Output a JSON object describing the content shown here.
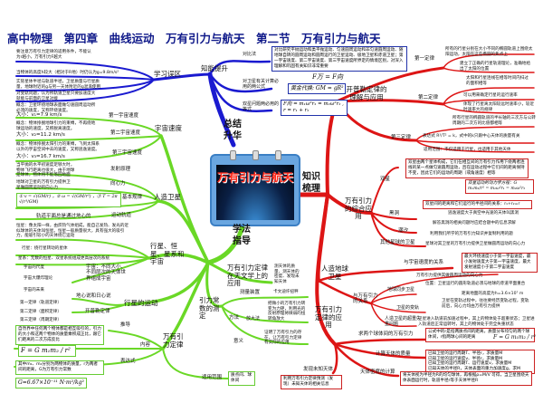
{
  "title": "高中物理　第四章　曲线运动　万有引力与航天　第二节　万有引力与航天",
  "center": {
    "title": "万有引力与航天"
  },
  "hubs": {
    "summary": "总结升华",
    "knowledge": "知识梳理",
    "method": "学法指导"
  },
  "colors": {
    "summary_branch": "#1a1ad0",
    "method_branch": "#6ad826",
    "knowledge_branch": "#dd1515",
    "title": "#101a8a"
  },
  "summary": {
    "ability": "知能提升",
    "contrast": "对比法",
    "contrast_note": "对比研究平抛运动和类平抛运动、匀速圆周运动和非匀速圆周运动、随地球自转的圆周运动和圆周运行的卫星运动、极地卫星和赤道卫星；第一宇宙速度、第二宇宙速度、第三宇宙速度所界定的情境区别，对深入理解和巩固有关知识非常重要",
    "two_formulas": "对卫星有关计算必用的两公式",
    "formula_1": "F万 = F向",
    "formula_2": "黄金代换: GM = gR²",
    "binary_eq": "双星问题两必用的等式",
    "formula_3": "F向 = m₁ω²r₁ = m₂ω²r₂ , r = r₁ + r₂",
    "pitfalls": "学习误区",
    "pitfall_notes": [
      "要注意万有引力定律的适用条件，不能认为r越小，万有引力F越大",
      "当物体的高度h较大（相对于R地）时仍认为g=9.8m/s²",
      "实际星体半径与轨道半径，卫星质量与行星质量，地球附近的g与另一天体附近的g混淆使用",
      "对变轨问题，认为所轨道卫星只要加速度大就能与前面的卫星对接"
    ]
  },
  "method": {
    "cosmic_speed": "宇宙速度",
    "v1": "第一宇宙速度",
    "v1_note": "概念：卫星环绕地球表面做匀速圆周运动所必须的速度，又称环绕速度。",
    "v1_value": "大小：v₁=7.9 km/s",
    "v2": "第二宇宙速度",
    "v2_note": "概念：物体挣脱地球引力的束缚，不再绕地球运动的速度，又称脱离速度。",
    "v2_value": "大小：v₂=11.2 km/s",
    "v3": "第三宇宙速度",
    "v3_note": "概念：物体挣脱太阳引力的束缚，飞到太阳系以外的宇宙空间中去的速度，又称逃逸速度。",
    "v3_value": "大小：v₃=16.7 km/s",
    "satellite": "人造卫星",
    "launch": "发射原理",
    "launch_note": "当平抛的水平初速度足够大时，物体飞行距离也很大，由于地球是球体，物体将不能落回地面",
    "centripetal": "向心力",
    "centripetal_note": "地球对卫星的万有引力提供卫星做圆周运动的向心力",
    "basic_law": "基本规律",
    "basic_law_formula": "① v = √(GM/r) ，② ω = √(GM/r³) ，③ T = 2π √(r³/GM)",
    "orbit": "运动轨道",
    "orbit_note": "轨道平面总是通过地心的",
    "cosmos": "行星、恒星、星系和宇宙",
    "star_note": "恒星：像太阳一样，由炽热气体组成，能自己发热、发光的近似球体的天体叫恒星。恒星一般质量很大，具有强大的吸引力，能吸引较小的天体绕它运动",
    "planet_note": "行星：绕行星转动的星体",
    "galaxy_note": "星系：无数的恒星、双星系统组成更高层次的系统",
    "universe": "宇宙：不同大小、不同层次的天体世界组成宇宙",
    "universe_items": [
      "宇宙的尺度",
      "宇宙大爆炸理论",
      "宇宙的未来"
    ],
    "planet_motion": "行星的运动",
    "geo_helio": "地心说和日心说",
    "kepler": "开普勒定律",
    "kepler_items": [
      "第一定律（轨道定律）",
      "第二定律（面积定律）",
      "第三定律（周期定律）"
    ],
    "gravitation_law": "万有引力定律",
    "derivation": "推导",
    "content": "内容",
    "content_note": "自然界中任何两个物体都是相互吸引的，引力的大小和这两个物体的质量乘积成正比，跟它们距离的二次方成反比",
    "expression": "表达式",
    "expr_formula": "F = G m₁m₂ / r²",
    "expr_note": "其中m₁、m₂分别为两物体的质量，r为两者间的距离，G为万有引力常数",
    "g_const": "G=6.67×10⁻¹¹ N·m²/kg²",
    "scope": "适用范围",
    "scope_note": "质点间、球体间",
    "astro_app": "万有引力定律在天文学上的应用",
    "astro_note": "测天体的质量、测天体的密度、发现未知天体",
    "g_measure": "引力常数的测定",
    "device": "测量装置",
    "device_note": "卡文迪许扭秤",
    "method_lbl": "方法",
    "amplify": "放大法",
    "amplify_note": "把微小的万有引力转变为力矩，利用光的反射原理将微弱的扭转角放大",
    "meaning": "意义",
    "meaning_note": "证明了万有引力的存在，让万有引力定律有实际的应用"
  },
  "knowledge": {
    "kepler_app": "开普勒定律的理解与应用",
    "law1": "第一定律",
    "law1_notes": [
      "所有的行星分别在大小不同的椭圆轨道上围绕太阳运动，太阳在这些椭圆的焦点上",
      "建立了正确的行星轨道理论，准确地给出了太阳的位置"
    ],
    "law2": "第二定律",
    "law2_notes": [
      "太阳和行星连线在相等时间内扫过的面积相等",
      "可以用来确定行星的运行速率",
      "体现了行星离太阳较远时速率小，较近时速率大的规律"
    ],
    "law3": "第三定律",
    "law3_notes": [
      "所有行星的椭圆轨道的半长轴的三次方与公转周期的二次方的比值都相等",
      "表达式 R³/T² = k，式中的k只跟中心天体的质量有关",
      "适用范围：不仅适用于行星，也适用于其他天体"
    ],
    "combined": "万有引力的综合应用",
    "binary": "双星",
    "binary_notes": [
      "双星由两个星体构成，它们在相互间的万有引力作用下绕两者连线的某一点做匀速圆周运动，且在运动过程中它们间的距离保持不变，因此它们的运动的周期（或角速度）相等",
      "双星运动的动力学方程：G m₁m₂/r² = m₁ω²r₁ = m₂ω²r₂",
      "双星间的距离和它们运行的半径间的关系：r₁+r₂=r"
    ],
    "black_hole": "黑洞",
    "black_hole_notes": [
      "逃逸速度大于真空中光速的天体叫黑洞",
      "解答黑洞的相关问题时应结合题中的信息求解"
    ],
    "tide": "潮汐",
    "tide_note": "利用我们所学的万有引力知识并复制利用的题",
    "other_sat": "其他星球的卫星",
    "other_sat_note": "星球对其卫星的万有引力提供卫星做圆周运动的向心力",
    "earth_sat": "人造地球卫星",
    "speed_rel": "与宇宙速度的关系",
    "speed_rel_note": "最大环绕速度小于第一宇宙速度，最小发射速度大于第一宇宙速度，最大发射速度小于第二宇宙速度",
    "grav_rel": "与万有引力的关系",
    "grav_rel_note": "万有引力提供其做圆周运动的向心力",
    "geo_sat": "地球同步卫星",
    "geo_sat_notes": [
      "位置：卫星运行的圆形轨道必须与地球的赤道平面重合",
      "距离地面的高度为h=3.6×10⁷ m"
    ],
    "orbit_change": "卫星的变轨",
    "orbit_change_note": "卫星在变轨过程中，往往要经历变轨过程，变轨前后，向心力均由万有引力提供",
    "weight": "人造卫星的超重失重问题",
    "weight_note": "卫星进入轨道前加速过程中，其上的物体处于超重状态；卫星进入轨道后正常运转时，其上的物体处于完全失重状态",
    "gravity_app": "万有引力定律的应用",
    "two_spheres": "求两个球体间的万有引力",
    "two_spheres_note": "公式中的r是指两质点间的距离，质量分布均匀的两个球体间，r指两球心间的距离",
    "two_spheres_formula": "F = G m₁m₂ / r²",
    "mass_calc": "计算天体的质量",
    "mass_notes": [
      "已知卫星的运行周期T、半径r，求质量M",
      "已知卫星的运行速度v、半径r，求质量M",
      "已知卫星的运行周期T、运行速度v，求质量M",
      "已知天体的半径R，天体表面的重力加速度g，求M"
    ],
    "density": "天体密度的计算",
    "density_note": "将天体视为半径为R的均匀球体，再根据ρ=M/V 可得，当卫星围绕天体表面运行时，轨道半径r等于天体半径R",
    "unknown": "发现未知天体",
    "unknown_note": "利用万有引力定律预测（发现）未知天体的相关信息"
  }
}
